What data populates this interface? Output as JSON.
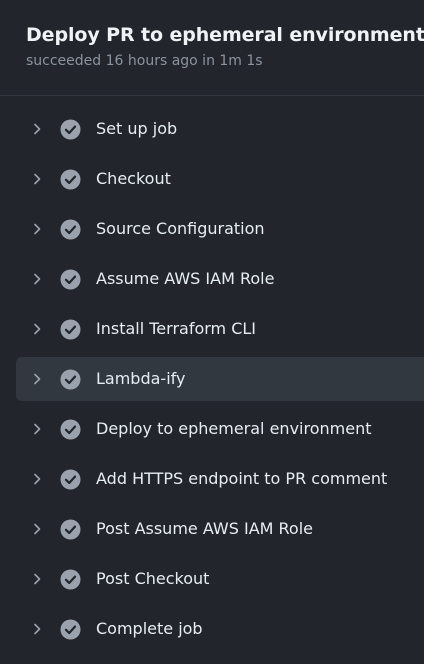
{
  "job": {
    "title": "Deploy PR to ephemeral environment",
    "status_text": "succeeded 16 hours ago in 1m 1s"
  },
  "colors": {
    "background": "#22262c",
    "highlight": "#32383f",
    "success_icon": "#9aa3ad",
    "muted_text": "#8b949e"
  },
  "steps": [
    {
      "label": "Set up job",
      "status": "succeeded",
      "icon": "check-circle-icon"
    },
    {
      "label": "Checkout",
      "status": "succeeded",
      "icon": "check-circle-icon"
    },
    {
      "label": "Source Configuration",
      "status": "succeeded",
      "icon": "check-circle-icon"
    },
    {
      "label": "Assume AWS IAM Role",
      "status": "succeeded",
      "icon": "check-circle-icon"
    },
    {
      "label": "Install Terraform CLI",
      "status": "succeeded",
      "icon": "check-circle-icon"
    },
    {
      "label": "Lambda-ify",
      "status": "succeeded",
      "icon": "check-circle-icon",
      "highlighted": true
    },
    {
      "label": "Deploy to ephemeral environment",
      "status": "succeeded",
      "icon": "check-circle-icon"
    },
    {
      "label": "Add HTTPS endpoint to PR comment",
      "status": "succeeded",
      "icon": "check-circle-icon"
    },
    {
      "label": "Post Assume AWS IAM Role",
      "status": "succeeded",
      "icon": "check-circle-icon"
    },
    {
      "label": "Post Checkout",
      "status": "succeeded",
      "icon": "check-circle-icon"
    },
    {
      "label": "Complete job",
      "status": "succeeded",
      "icon": "check-circle-icon"
    }
  ]
}
